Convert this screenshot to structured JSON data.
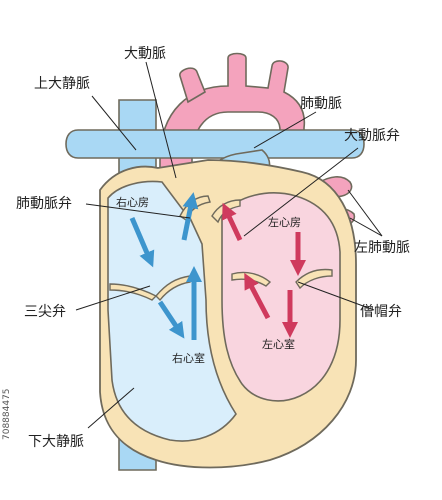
{
  "labels": {
    "aorta": "大動脈",
    "superior_vena_cava": "上大静脈",
    "pulmonary_artery": "肺動脈",
    "aortic_valve": "大動脈弁",
    "pulmonary_valve": "肺動脈弁",
    "right_atrium": "右心房",
    "left_atrium": "左心房",
    "left_pulmonary_arteries": "左肺動脈",
    "tricuspid_valve": "三尖弁",
    "mitral_valve": "僧帽弁",
    "right_ventricle": "右心室",
    "left_ventricle": "左心室",
    "inferior_vena_cava": "下大静脈"
  },
  "watermark_id": "708884475",
  "colors": {
    "vein_blue": "#a9d8f4",
    "artery_pink": "#f4a3bd",
    "heart_wall": "#f8e3b6",
    "outline": "#6f6a5c",
    "right_chamber": "#d9eefb",
    "left_chamber": "#f9d5df",
    "deoxygenated_arrow": "#3d95cd",
    "oxygenated_arrow": "#cf3a5d"
  }
}
